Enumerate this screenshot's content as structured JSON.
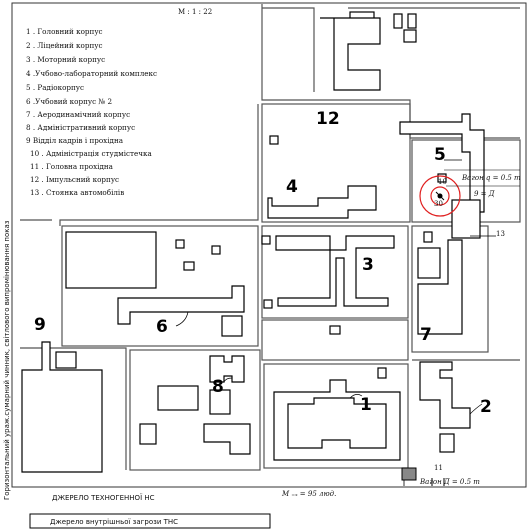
{
  "map": {
    "scale_text": "М : 1 : 22",
    "legend": [
      "1 . Головний корпус",
      "2 . Ліцейний корпус",
      "3 . Моторний корпус",
      "4 .Учбово-лабораторний комплекс",
      "5 . Радіокорпус",
      "6 .Учбовий корпус № 2",
      "7 . Аеродинамічний корпус",
      "8 . Адміністративний корпус",
      "9    Відділ кадрів і прохідна",
      "10 . Адміністрація студмістечка",
      "11 . Головна прохідна",
      "12 . Імпульсний корпус",
      "13 . Стоянка автомобілів"
    ],
    "building_labels": [
      "1",
      "2",
      "3",
      "4",
      "5",
      "6",
      "7",
      "8",
      "9",
      "12"
    ],
    "marker_labels": {
      "m10": "10",
      "m30": "30",
      "m13": "13",
      "m11": "11"
    },
    "annotations": {
      "weight": "Вагон  q = 0.5 т",
      "d": "9 = Д",
      "people": "М ₌ₓ = 95 люд.",
      "route": "Вагон Д = 0.5 т"
    },
    "side_text": "Горизонтальний ураж.сумарний чинник, світлового випромінювання показ",
    "footer": {
      "left_top": "ДЖЕРЕЛО ТЕХНОГЕННОЇ НС",
      "left_bottom": "Джерело внутрішньої загрози ТНС"
    },
    "colors": {
      "marker": "#e02020",
      "ink": "#000000"
    }
  }
}
